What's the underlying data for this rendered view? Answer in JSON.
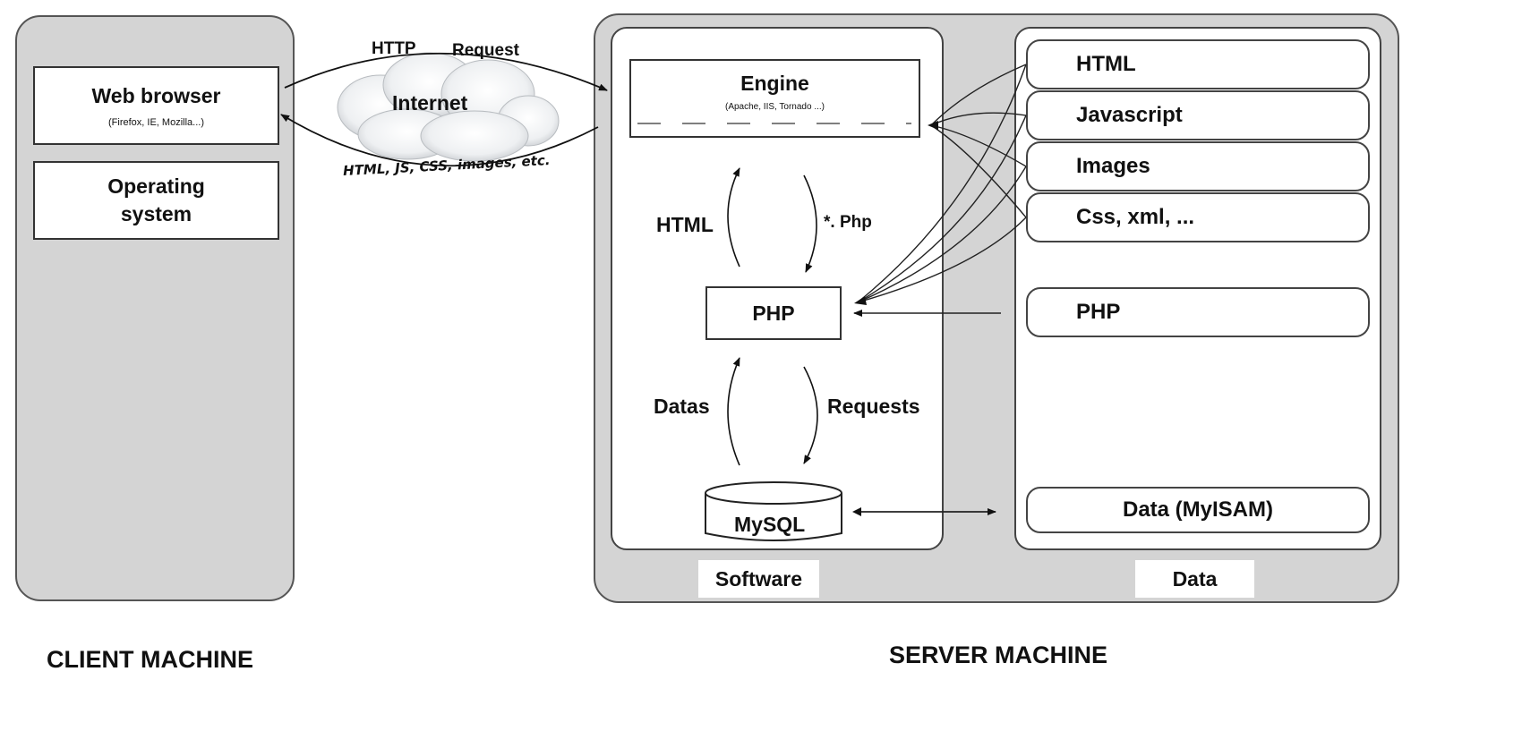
{
  "client": {
    "web_browser": "Web browser",
    "web_browser_sub": "(Firefox, IE, Mozilla...)",
    "operating_system": "Operating system",
    "caption": "CLIENT MACHINE"
  },
  "network": {
    "request_word1": "HTTP",
    "request_word2": "Request",
    "cloud": "Internet",
    "response": "HTML, JS, CSS, images, etc."
  },
  "software": {
    "engine": "Engine",
    "engine_sub": "(Apache, IIS, Tornado ...)",
    "html_label": "HTML",
    "php_ext_label": "*. Php",
    "php": "PHP",
    "datas_label": "Datas",
    "requests_label": "Requests",
    "mysql": "MySQL",
    "tab": "Software"
  },
  "data": {
    "items": [
      "HTML",
      "Javascript",
      "Images",
      "Css, xml, ...",
      "PHP",
      "Data (MyISAM)"
    ],
    "tab": "Data"
  },
  "server": {
    "caption": "SERVER MACHINE"
  }
}
